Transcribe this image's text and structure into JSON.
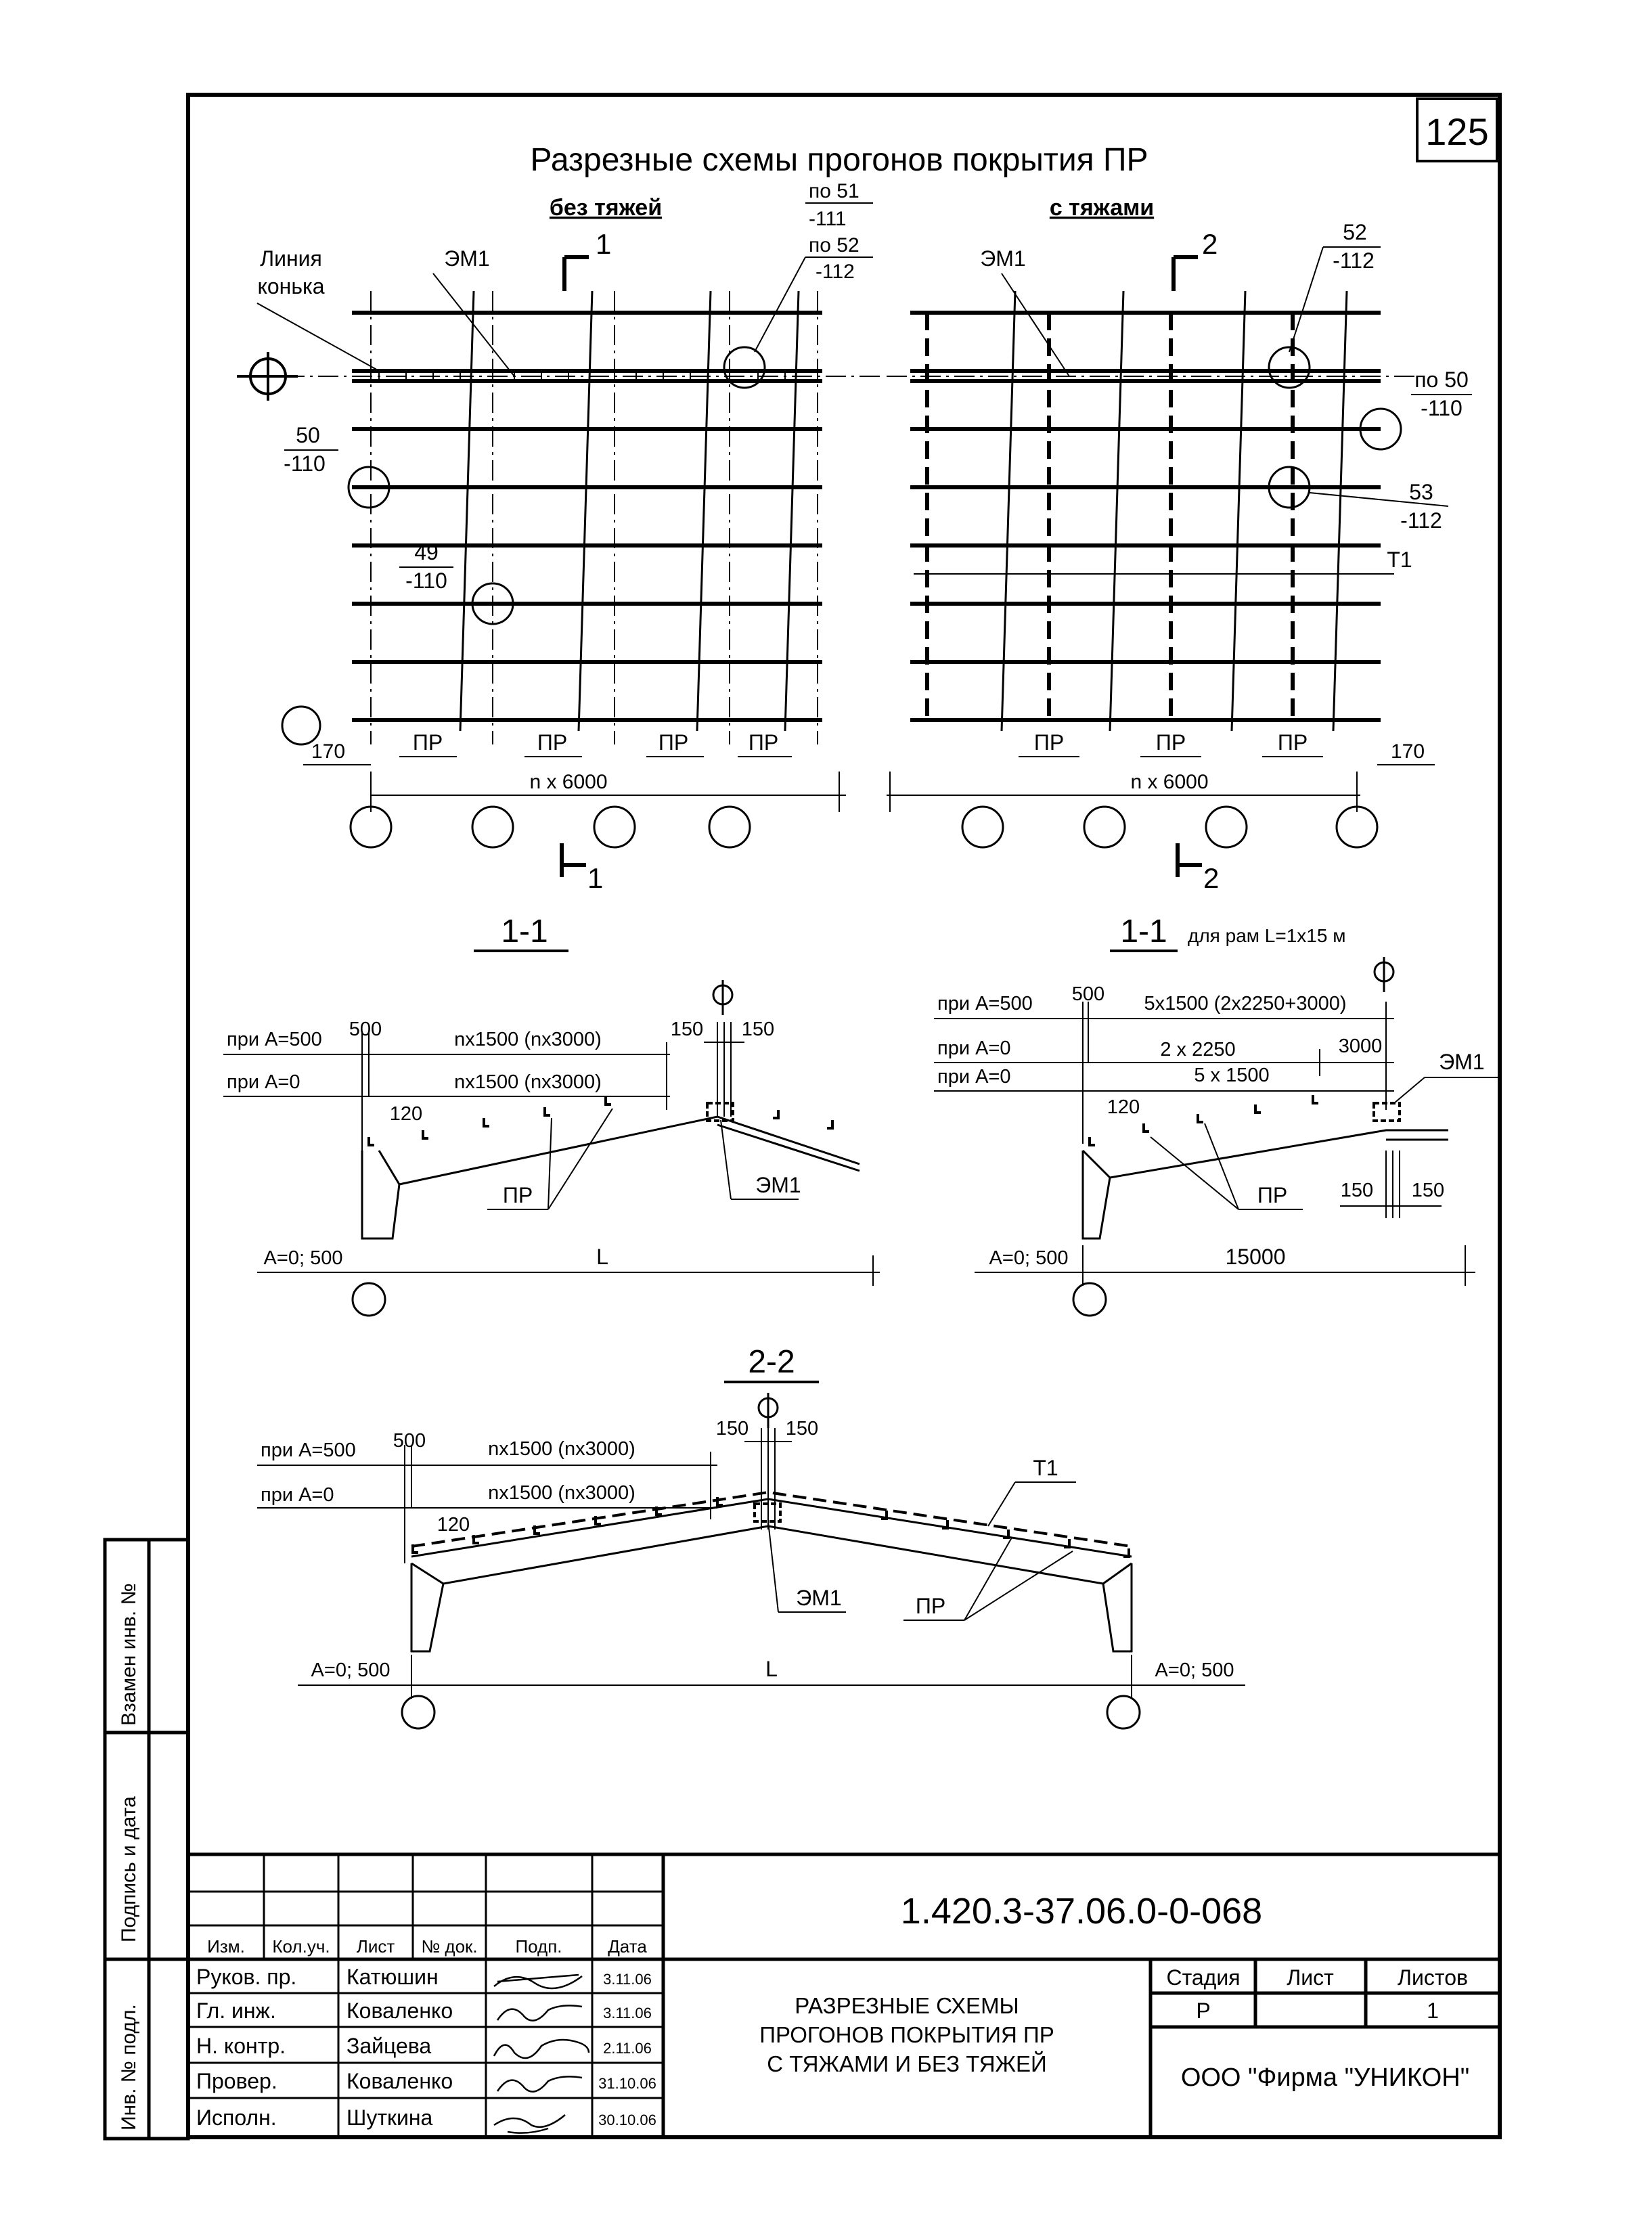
{
  "sheet_number": "125",
  "title": "Разрезные схемы прогонов покрытия ПР",
  "plan_left": {
    "heading": "без тяжей",
    "ridge_label_1": "Линия",
    "ridge_label_2": "конька",
    "em1": "ЭМ1",
    "section_mark": "1",
    "callout_top_1": "по 51",
    "callout_top_2": "-111",
    "callout_top_3": "по 52",
    "callout_top_4": "-112",
    "callout_50_num": "50",
    "callout_50_val": "-110",
    "callout_49_num": "49",
    "callout_49_val": "-110",
    "pr_labels": [
      "ПР",
      "ПР",
      "ПР",
      "ПР"
    ],
    "dim_offset": "170",
    "dim_span": "n x 6000"
  },
  "plan_right": {
    "heading": "с тяжами",
    "em1": "ЭМ1",
    "section_mark": "2",
    "callout_52_num": "52",
    "callout_52_val": "-112",
    "callout_50_num": "по 50",
    "callout_50_val": "-110",
    "callout_53_num": "53",
    "callout_53_val": "-112",
    "t1": "Т1",
    "pr_labels": [
      "ПР",
      "ПР",
      "ПР"
    ],
    "dim_offset": "170",
    "dim_span": "n x 6000"
  },
  "section_11a": {
    "title": "1-1",
    "label_a500": "при А=500",
    "label_a0": "при А=0",
    "dim_500": "500",
    "dim_span_1": "nx1500 (nx3000)",
    "dim_span_2": "nx1500 (nx3000)",
    "dim_150a": "150",
    "dim_150b": "150",
    "dim_120": "120",
    "pr": "ПР",
    "em1": "ЭМ1",
    "support": "А=0; 500",
    "span": "L"
  },
  "section_11b": {
    "title": "1-1",
    "subtitle": "для рам L=1х15 м",
    "label_a500": "при А=500",
    "label_a0_1": "при А=0",
    "label_a0_2": "при А=0",
    "dim_500": "500",
    "dim_top": "5х1500 (2х2250+3000)",
    "dim_mid": "2 х 2250",
    "dim_3000": "3000",
    "dim_bot": "5 х 1500",
    "dim_120": "120",
    "em1": "ЭМ1",
    "pr": "ПР",
    "dim_150a": "150",
    "dim_150b": "150",
    "support": "А=0; 500",
    "span": "15000"
  },
  "section_22": {
    "title": "2-2",
    "label_a500": "при А=500",
    "label_a0": "при А=0",
    "dim_500": "500",
    "dim_span_1": "nx1500 (nx3000)",
    "dim_span_2": "nx1500 (nx3000)",
    "dim_150a": "150",
    "dim_150b": "150",
    "dim_120": "120",
    "t1": "Т1",
    "em1": "ЭМ1",
    "pr": "ПР",
    "support_left": "А=0; 500",
    "support_right": "А=0; 500",
    "span": "L"
  },
  "side_stamp": {
    "replace": "Взамен инв. №",
    "signature": "Подпись и дата",
    "inventory": "Инв. № подл."
  },
  "title_block": {
    "code": "1.420.3-37.06.0-0-068",
    "headers": [
      "Изм.",
      "Кол.уч.",
      "Лист",
      "№ док.",
      "Подп.",
      "Дата"
    ],
    "people": [
      {
        "role": "Руков. пр.",
        "name": "Катюшин",
        "date": "3.11.06"
      },
      {
        "role": "Гл. инж.",
        "name": "Коваленко",
        "date": "3.11.06"
      },
      {
        "role": "Н. контр.",
        "name": "Зайцева",
        "date": "2.11.06"
      },
      {
        "role": "Провер.",
        "name": "Коваленко",
        "date": "31.10.06"
      },
      {
        "role": "Исполн.",
        "name": "Шуткина",
        "date": "30.10.06"
      }
    ],
    "doc_title_1": "РАЗРЕЗНЫЕ  СХЕМЫ",
    "doc_title_2": "ПРОГОНОВ ПОКРЫТИЯ ПР",
    "doc_title_3": "С ТЯЖАМИ И БЕЗ ТЯЖЕЙ",
    "stage_label": "Стадия",
    "sheet_label": "Лист",
    "sheets_label": "Листов",
    "stage_value": "Р",
    "sheet_value": "",
    "sheets_value": "1",
    "company": "ООО  \"Фирма \"УНИКОН\""
  }
}
